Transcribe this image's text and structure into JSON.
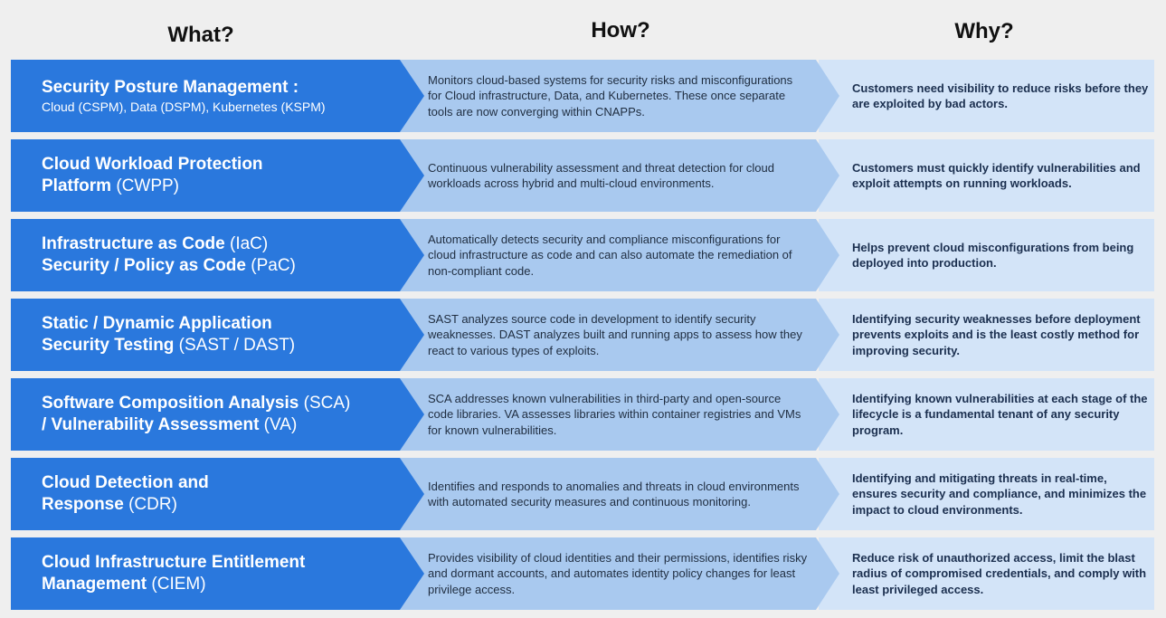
{
  "headers": {
    "what": "What?",
    "how": "How?",
    "why": "Why?"
  },
  "rows": [
    {
      "what_lines": [
        {
          "bold": "Security Posture Management :",
          "normal": ""
        }
      ],
      "what_sub": "Cloud (CSPM), Data (DSPM), Kubernetes (KSPM)",
      "how": "Monitors cloud-based systems for security risks and misconfigurations for Cloud infrastructure, Data, and Kubernetes. These once separate tools are now converging within CNAPPs.",
      "why": "Customers need visibility to reduce risks before they are exploited by bad actors."
    },
    {
      "what_lines": [
        {
          "bold": "Cloud Workload Protection",
          "normal": ""
        },
        {
          "bold": "Platform",
          "normal": " (CWPP)"
        }
      ],
      "what_sub": "",
      "how": "Continuous vulnerability assessment and threat detection for cloud workloads across hybrid and multi-cloud environments.",
      "why": "Customers must quickly identify vulnerabilities and exploit attempts on running workloads."
    },
    {
      "what_lines": [
        {
          "bold": "Infrastructure as Code",
          "normal": " (IaC)"
        },
        {
          "bold": "Security / Policy as Code",
          "normal": " (PaC)"
        }
      ],
      "what_sub": "",
      "how": "Automatically detects security and compliance misconfigurations for cloud infrastructure as code and can also automate the remediation of non-compliant code.",
      "why": "Helps prevent cloud misconfigurations from being deployed into production."
    },
    {
      "what_lines": [
        {
          "bold": "Static / Dynamic Application",
          "normal": ""
        },
        {
          "bold": "Security Testing",
          "normal": " (SAST / DAST)"
        }
      ],
      "what_sub": "",
      "how": "SAST analyzes source code in development to identify security weaknesses. DAST analyzes built and running apps to assess how they react to various types of exploits.",
      "why": "Identifying security weaknesses before deployment prevents exploits and is the least costly method for improving security."
    },
    {
      "what_lines": [
        {
          "bold": "Software Composition Analysis",
          "normal": " (SCA)"
        },
        {
          "bold": "/ Vulnerability Assessment",
          "normal": " (VA)"
        }
      ],
      "what_sub": "",
      "how": "SCA addresses known vulnerabilities in third-party and open-source code libraries. VA assesses libraries within container registries and VMs for known vulnerabilities.",
      "why": "Identifying known vulnerabilities at each stage of the lifecycle is a fundamental tenant of any security program."
    },
    {
      "what_lines": [
        {
          "bold": "Cloud Detection and",
          "normal": ""
        },
        {
          "bold": "Response",
          "normal": " (CDR)"
        }
      ],
      "what_sub": "",
      "how": "Identifies and responds to anomalies and threats in cloud environments with automated security measures and continuous monitoring.",
      "why": "Identifying and mitigating threats in real-time, ensures security and compliance, and minimizes the impact to cloud environments."
    },
    {
      "what_lines": [
        {
          "bold": "Cloud Infrastructure Entitlement",
          "normal": ""
        },
        {
          "bold": "Management",
          "normal": " (CIEM)"
        }
      ],
      "what_sub": "",
      "how": "Provides visibility of cloud identities and their permissions, identifies risky and dormant accounts, and automates identity policy changes for least privilege access.",
      "why": "Reduce risk of unauthorized access, limit the blast radius of compromised credentials, and comply with least privileged access."
    }
  ]
}
